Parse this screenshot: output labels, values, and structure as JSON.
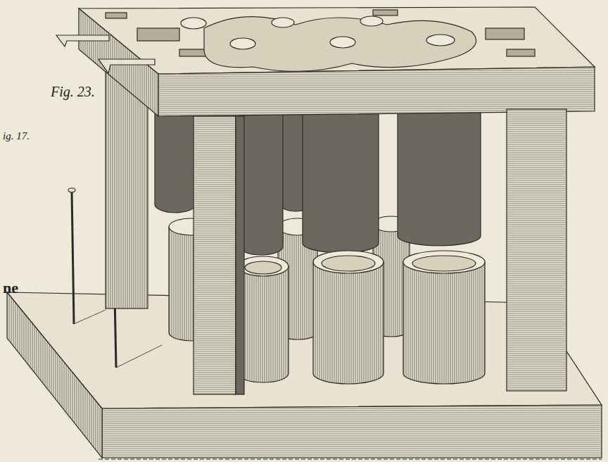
{
  "diagram": {
    "labels": [
      "Fig. 23.",
      "ig. 17.",
      "ne"
    ]
  }
}
